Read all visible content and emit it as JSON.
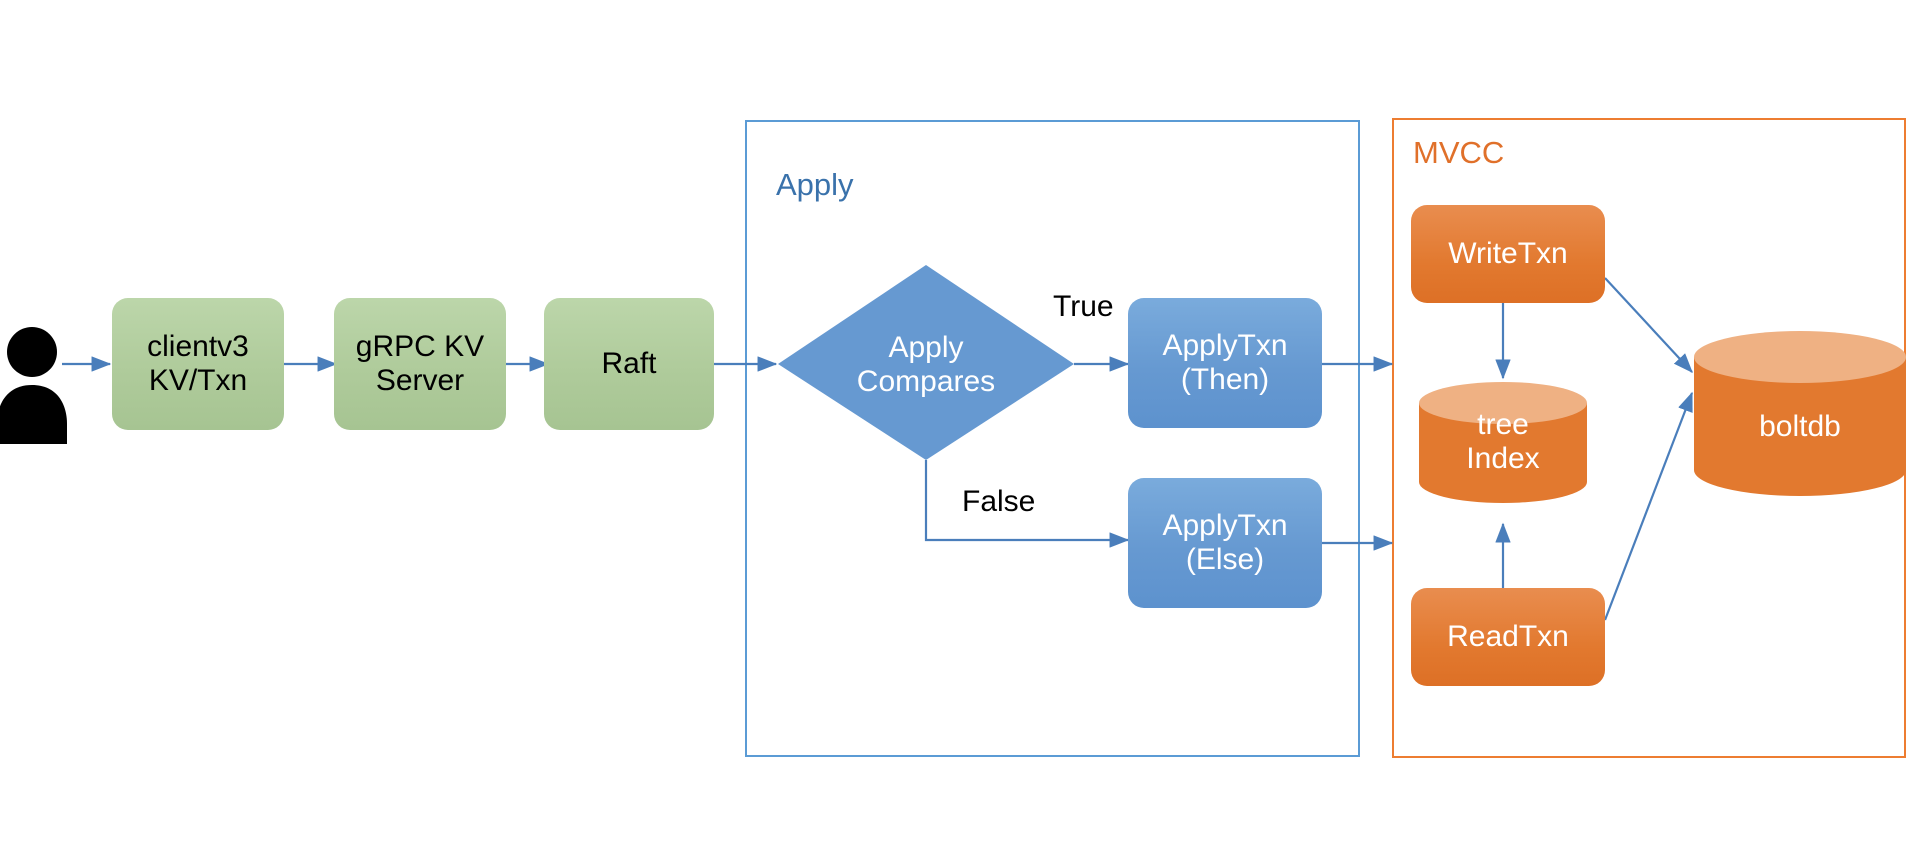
{
  "diagram": {
    "title": "etcd request flow: clientv3 to MVCC storage",
    "colors": {
      "green_fill": "#afcb9b",
      "blue_fill": "#6699d1",
      "orange_fill": "#e2792f",
      "arrow": "#4a7ebb",
      "apply_border": "#5b9bd5",
      "mvcc_border": "#ed7d31",
      "actor": "#000000"
    }
  },
  "actor": {
    "name": "user-actor",
    "icon": "person-icon"
  },
  "groups": {
    "apply": {
      "label": "Apply"
    },
    "mvcc": {
      "label": "MVCC"
    }
  },
  "nodes": {
    "clientv3": {
      "line1": "clientv3",
      "line2": "KV/Txn"
    },
    "grpc": {
      "line1": "gRPC KV",
      "line2": "Server"
    },
    "raft": {
      "line1": "Raft"
    },
    "apply_compares": {
      "line1": "Apply",
      "line2": "Compares"
    },
    "apply_txn_then": {
      "line1": "ApplyTxn",
      "line2": "(Then)"
    },
    "apply_txn_else": {
      "line1": "ApplyTxn",
      "line2": "(Else)"
    },
    "write_txn": {
      "line1": "WriteTxn"
    },
    "read_txn": {
      "line1": "ReadTxn"
    },
    "tree_index": {
      "line1": "tree",
      "line2": "Index"
    },
    "boltdb": {
      "line1": "boltdb"
    }
  },
  "edge_labels": {
    "true": "True",
    "false": "False"
  }
}
